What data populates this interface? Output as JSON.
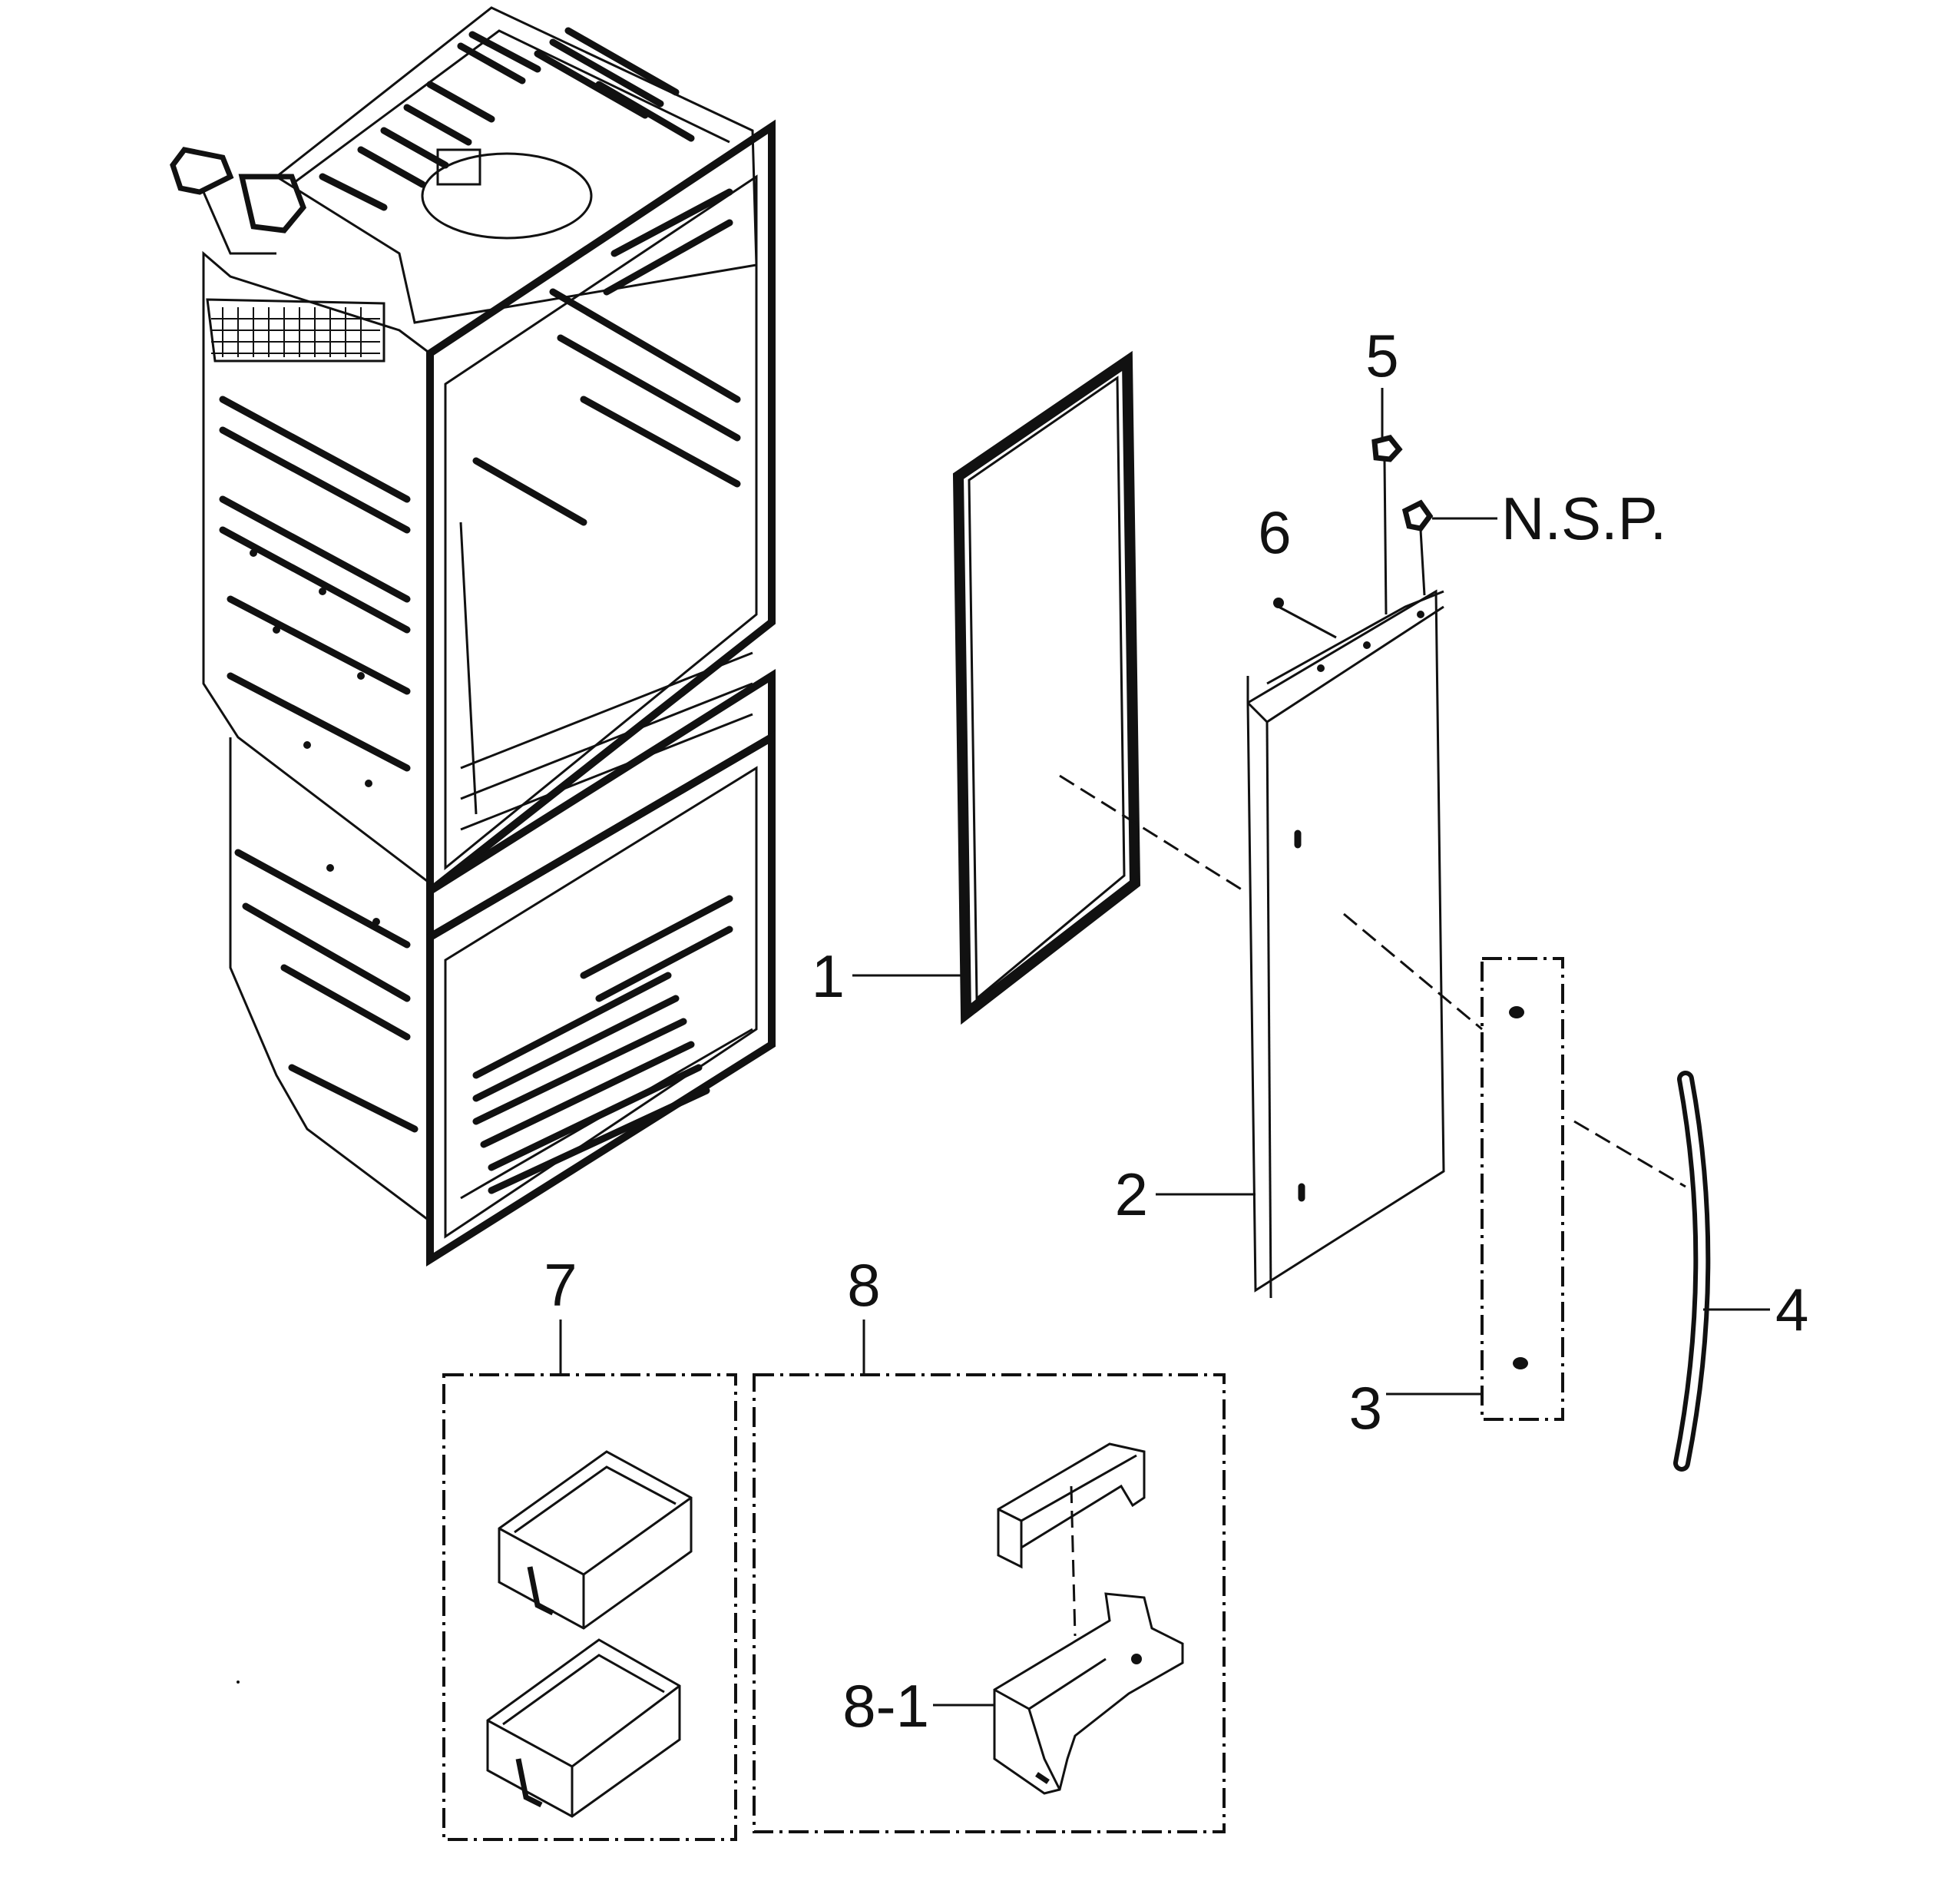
{
  "callouts": {
    "c1": "1",
    "c2": "2",
    "c3": "3",
    "c4": "4",
    "c5": "5",
    "c6": "6",
    "c7": "7",
    "c8": "8",
    "c8_1": "8-1",
    "nsp": "N.S.P."
  },
  "icons": [
    "cabinet-assembly",
    "door-gasket",
    "door-panel",
    "handle-plate",
    "door-handle",
    "hinge-cap",
    "screw",
    "door-bin",
    "guard-assembly"
  ]
}
